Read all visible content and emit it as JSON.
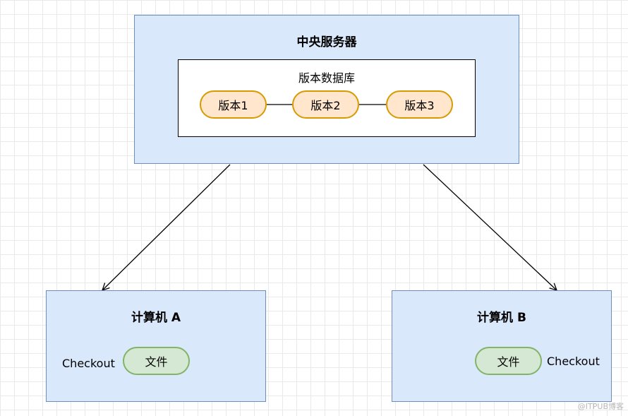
{
  "central_server": {
    "title": "中央服务器",
    "database": {
      "title": "版本数据库",
      "versions": [
        "版本1",
        "版本2",
        "版本3"
      ]
    }
  },
  "computer_a": {
    "title": "计算机 A",
    "file_label": "文件",
    "action_label": "Checkout"
  },
  "computer_b": {
    "title": "计算机 B",
    "file_label": "文件",
    "action_label": "Checkout"
  },
  "watermark": "@ITPUB博客",
  "colors": {
    "container_fill": "#dae8fc",
    "container_stroke": "#6c8ebf",
    "version_fill": "#ffe6cc",
    "version_stroke": "#d79b00",
    "file_fill": "#d5e8d4",
    "file_stroke": "#82b366"
  }
}
